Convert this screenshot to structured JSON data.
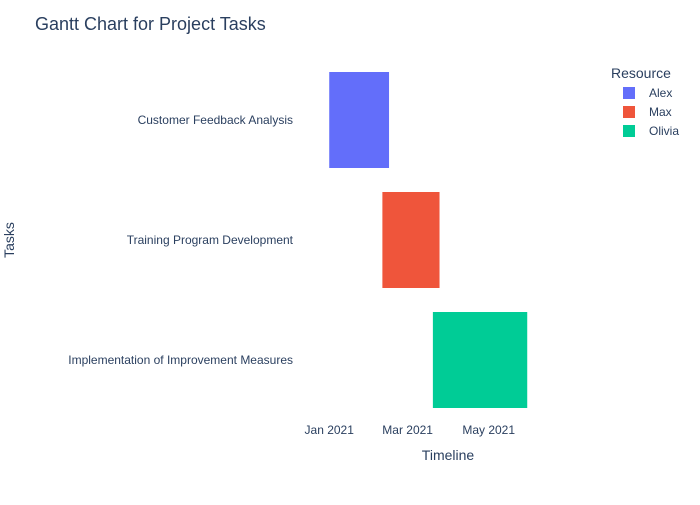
{
  "chart_data": {
    "type": "gantt",
    "title": "Gantt Chart for Project Tasks",
    "xlabel": "Timeline",
    "ylabel": "Tasks",
    "x_axis_type": "date",
    "x_ticks": [
      "2021-01-01",
      "2021-03-01",
      "2021-05-01"
    ],
    "x_tick_labels": [
      "Jan 2021",
      "Mar 2021",
      "May 2021"
    ],
    "xlim": [
      "2020-12-10",
      "2021-07-20"
    ],
    "grid": false,
    "legend": {
      "title": "Resource",
      "placement": "top-right",
      "entries": [
        {
          "name": "Alex",
          "color": "#636efa"
        },
        {
          "name": "Max",
          "color": "#ef553b"
        },
        {
          "name": "Olivia",
          "color": "#00cc96"
        }
      ]
    },
    "tasks": [
      {
        "task": "Customer Feedback Analysis",
        "start": "2021-01-01",
        "end": "2021-02-15",
        "resource": "Alex"
      },
      {
        "task": "Training Program Development",
        "start": "2021-02-10",
        "end": "2021-03-25",
        "resource": "Max"
      },
      {
        "task": "Implementation of Improvement Measures",
        "start": "2021-03-20",
        "end": "2021-05-30",
        "resource": "Olivia"
      }
    ]
  }
}
